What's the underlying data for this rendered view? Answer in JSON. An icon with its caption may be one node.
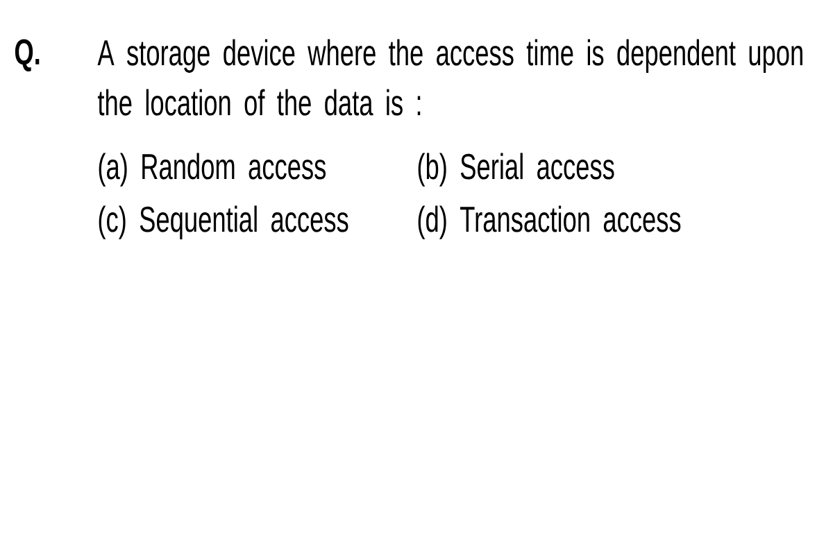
{
  "diagram": {
    "labels": [
      "Q.",
      "A storage device where the access time is dependent upon the location of the data is :",
      "(a) Random access",
      "(b) Serial access",
      "(c) Sequential access",
      "(d) Transaction access"
    ]
  }
}
